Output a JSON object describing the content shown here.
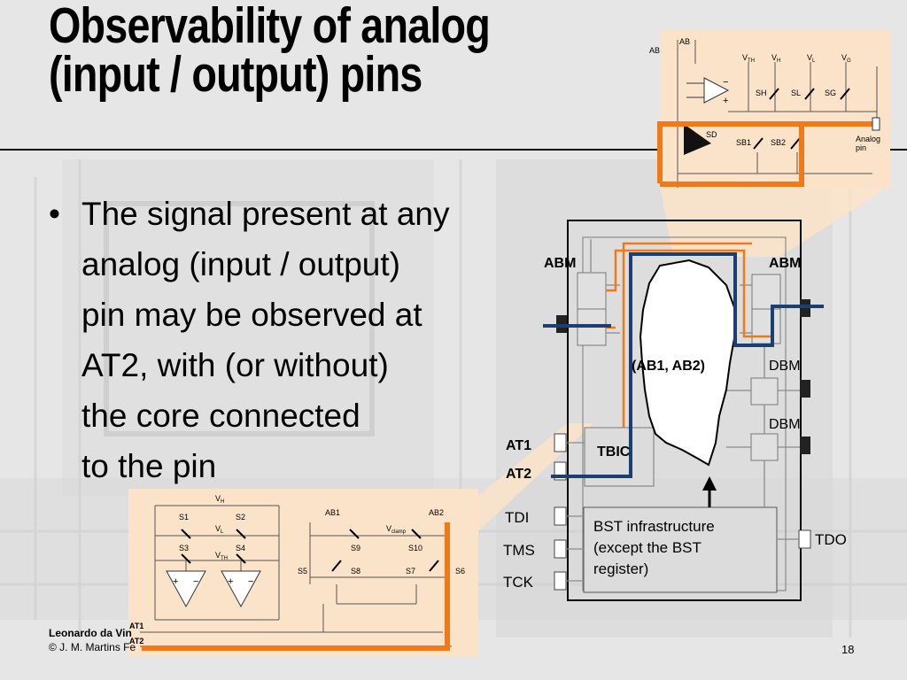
{
  "slide": {
    "title_lines": [
      "Observability of analog",
      "(input / output) pins"
    ],
    "bullet_lines": [
      "The signal present at any",
      "analog (input / output)",
      "pin may be observed at",
      "AT2, with (or without)",
      "the core connected",
      "to the pin"
    ],
    "footer_line1": "Leonardo da Vin",
    "footer_line2": "© J. M. Martins Fe",
    "page_number": "18"
  },
  "chip": {
    "abm_left": "ABM",
    "abm_right": "ABM",
    "core_label": "(AB1, AB2)",
    "dbm_1": "DBM",
    "dbm_2": "DBM",
    "at1": "AT1",
    "at2": "AT2",
    "tbic": "TBIC",
    "tdi": "TDI",
    "tms": "TMS",
    "tck": "TCK",
    "tdo": "TDO",
    "bst_box": [
      "BST infrastructure",
      "(except the BST",
      "register)"
    ]
  },
  "abm_inset": {
    "top_labels": [
      "AB",
      "AB"
    ],
    "vth": "V",
    "vth_sub": "TH",
    "vh": "V",
    "vh_sub": "H",
    "vl": "V",
    "vl_sub": "L",
    "vg": "V",
    "vg_sub": "G",
    "sh": "SH",
    "sl": "SL",
    "sg": "SG",
    "sd": "SD",
    "sb1": "SB1",
    "sb2": "SB2",
    "analog_pin": [
      "Analog",
      "pin"
    ],
    "minus": "−",
    "plus": "+"
  },
  "tbic_inset": {
    "vh": "V",
    "vh_sub": "H",
    "vl": "V",
    "vl_sub": "L",
    "vth": "V",
    "vth_sub": "TH",
    "vclamp": "V",
    "vclamp_sub": "clamp",
    "s1": "S1",
    "s2": "S2",
    "s3": "S3",
    "s4": "S4",
    "s5": "S5",
    "s6": "S6",
    "s7": "S7",
    "s8": "S8",
    "s9": "S9",
    "s10": "S10",
    "ab1": "AB1",
    "ab2": "AB2",
    "at1": "AT1",
    "at2": "AT2",
    "plus": "+",
    "minus": "−"
  },
  "colors": {
    "orange": "#f07a1a",
    "navy": "#1c3f73",
    "inset_bg": "#fbe3c9",
    "block": "#dcdcdc"
  }
}
